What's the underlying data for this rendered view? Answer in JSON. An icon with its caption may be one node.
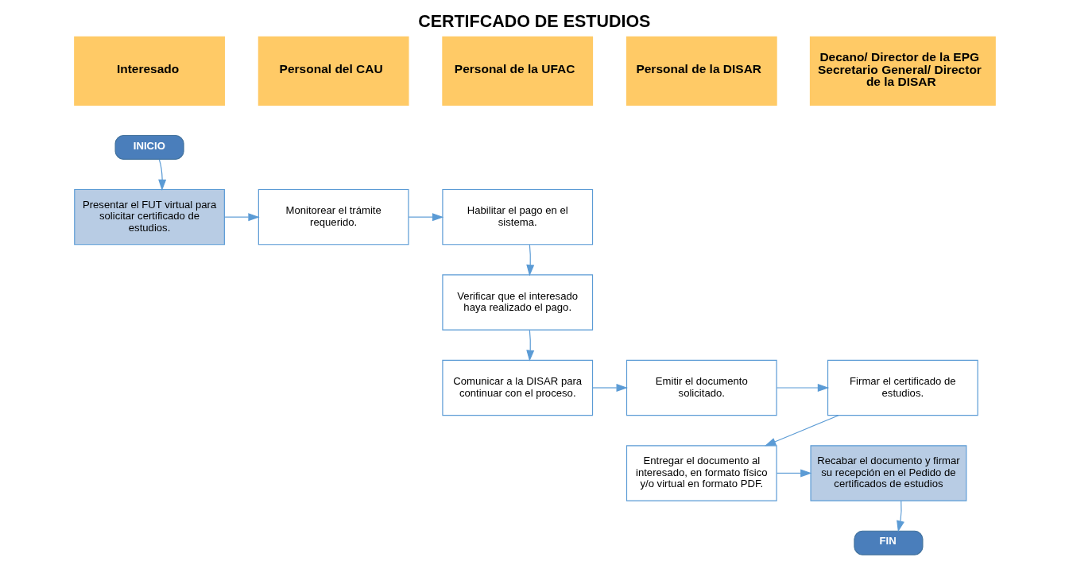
{
  "diagram": {
    "title": "CERTIFCADO DE ESTUDIOS",
    "nodes": [
      {
        "text": [
          "Interesado"
        ]
      },
      {
        "text": [
          "Personal del CAU"
        ]
      },
      {
        "text": [
          "Personal de la UFAC"
        ]
      },
      {
        "text": [
          "Personal de la DISAR"
        ]
      },
      {
        "text": [
          "Decano/ Director de la EPG Secretario General/ Director de la DISAR"
        ]
      },
      {
        "text": [
          "INICIO"
        ]
      },
      {
        "text": [
          "Presentar el FUT virtual para solicitar certificado de estudios."
        ]
      },
      {
        "text": [
          "Monitorear el trámite requerido."
        ]
      },
      {
        "text": [
          "Habilitar el pago en el sistema."
        ]
      },
      {
        "text": [
          "Verificar que el interesado haya realizado el pago."
        ]
      },
      {
        "text": [
          "Comunicar a la DISAR para continuar con el proceso."
        ]
      },
      {
        "text": [
          "Emitir el documento solicitado."
        ]
      },
      {
        "text": [
          "Firmar el certificado de estudios."
        ]
      },
      {
        "text": [
          "Entregar el documento al interesado, en formato físico y/o virtual en formato PDF."
        ]
      },
      {
        "text": [
          "Recabar el documento y firmar su recepción en el Pedido de certificados de estudios"
        ]
      },
      {
        "text": [
          "FIN"
        ]
      }
    ],
    "edges": [
      {
        "from": 5,
        "to": 6,
        "arrow": "to"
      },
      {
        "from": 6,
        "to": 7,
        "arrow": "to"
      },
      {
        "from": 7,
        "to": 8,
        "arrow": "to"
      },
      {
        "from": 8,
        "to": 9,
        "arrow": "to"
      },
      {
        "from": 9,
        "to": 10,
        "arrow": "to"
      },
      {
        "from": 10,
        "to": 11,
        "arrow": "to"
      },
      {
        "from": 11,
        "to": 12,
        "arrow": "to"
      },
      {
        "from": 12,
        "to": 13,
        "arrow": "to"
      },
      {
        "from": 13,
        "to": 14,
        "arrow": "to"
      },
      {
        "from": 14,
        "to": 15,
        "arrow": "to"
      }
    ]
  }
}
